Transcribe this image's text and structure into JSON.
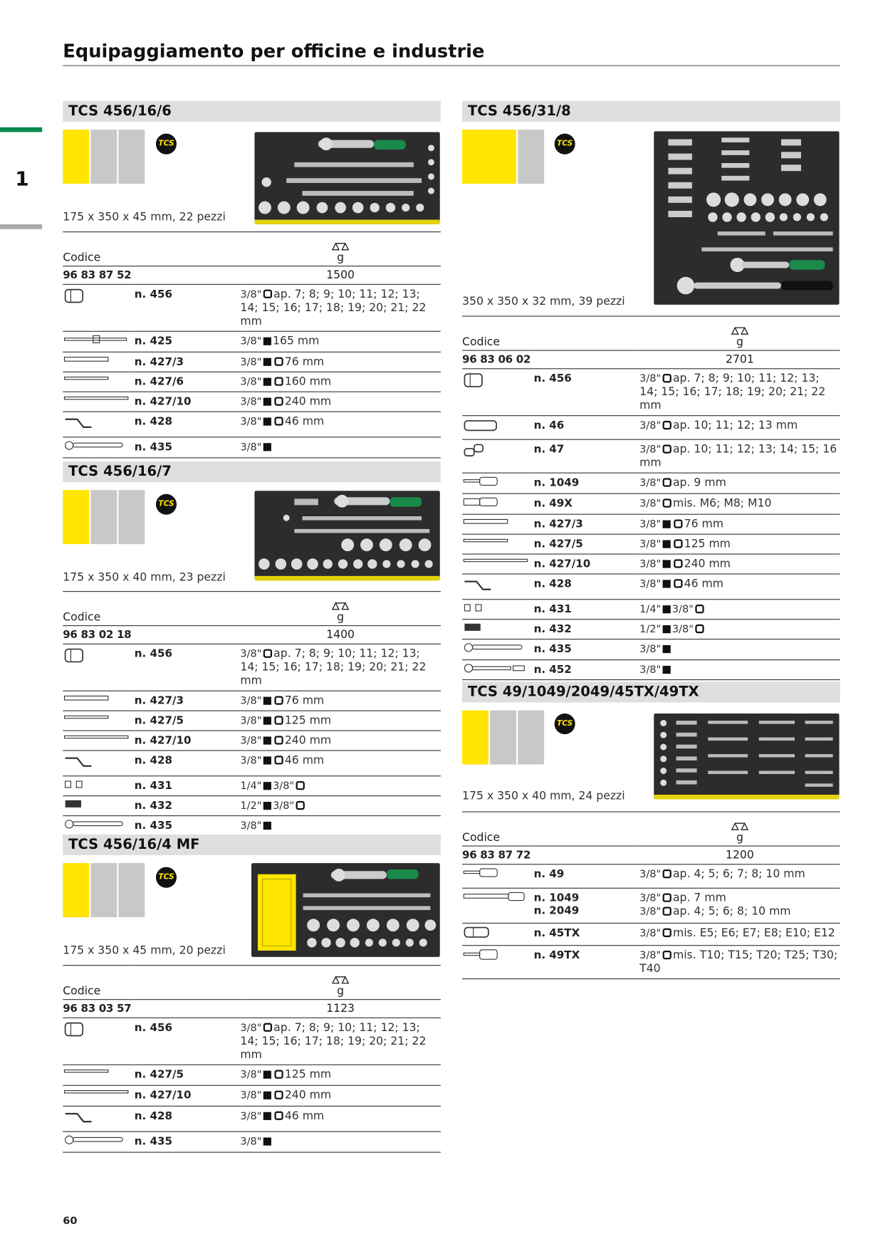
{
  "header": {
    "title": "Equipaggiamento per officine e industrie",
    "chapter": "1",
    "page_number": "60"
  },
  "columns": {
    "code_label": "Codice",
    "weight_unit": "g",
    "badge": "TCS"
  },
  "sections": [
    {
      "title": "TCS 456/16/6",
      "dims": "175 x 350 x 45 mm, 22 pezzi",
      "code": "96 83 87 52",
      "weight": "1500",
      "items": [
        {
          "no": "n. 456",
          "size": "3/8\"",
          "desc": "ap. 7; 8; 9; 10; 11; 12; 13; 14; 15; 16; 17; 18; 19; 20; 21; 22 mm"
        },
        {
          "no": "n. 425",
          "size": "3/8\"",
          "desc": "165 mm"
        },
        {
          "no": "n. 427/3",
          "size": "3/8\"",
          "desc": "76 mm"
        },
        {
          "no": "n. 427/6",
          "size": "3/8\"",
          "desc": "160 mm"
        },
        {
          "no": "n. 427/10",
          "size": "3/8\"",
          "desc": "240 mm"
        },
        {
          "no": "n. 428",
          "size": "3/8\"",
          "desc": "46 mm"
        },
        {
          "no": "n. 435",
          "size": "3/8\"",
          "desc": ""
        }
      ]
    },
    {
      "title": "TCS 456/16/7",
      "dims": "175 x 350 x 40 mm, 23 pezzi",
      "code": "96 83 02 18",
      "weight": "1400",
      "items": [
        {
          "no": "n. 456",
          "size": "3/8\"",
          "desc": "ap. 7; 8; 9; 10; 11; 12; 13; 14; 15; 16; 17; 18; 19; 20; 21; 22 mm"
        },
        {
          "no": "n. 427/3",
          "size": "3/8\"",
          "desc": "76 mm"
        },
        {
          "no": "n. 427/5",
          "size": "3/8\"",
          "desc": "125 mm"
        },
        {
          "no": "n. 427/10",
          "size": "3/8\"",
          "desc": "240 mm"
        },
        {
          "no": "n. 428",
          "size": "3/8\"",
          "desc": "46 mm"
        },
        {
          "no": "n. 431",
          "size": "1/4\"",
          "size2": "3/8\"",
          "desc": ""
        },
        {
          "no": "n. 432",
          "size": "1/2\"",
          "size2": "3/8\"",
          "desc": ""
        },
        {
          "no": "n. 435",
          "size": "3/8\"",
          "desc": ""
        }
      ]
    },
    {
      "title": "TCS 456/16/4 MF",
      "dims": "175 x 350 x 45 mm, 20 pezzi",
      "code": "96 83 03 57",
      "weight": "1123",
      "items": [
        {
          "no": "n. 456",
          "size": "3/8\"",
          "desc": "ap. 7; 8; 9; 10; 11; 12; 13; 14; 15; 16; 17; 18; 19; 20; 21; 22 mm"
        },
        {
          "no": "n. 427/5",
          "size": "3/8\"",
          "desc": "125 mm"
        },
        {
          "no": "n. 427/10",
          "size": "3/8\"",
          "desc": "240 mm"
        },
        {
          "no": "n. 428",
          "size": "3/8\"",
          "desc": "46 mm"
        },
        {
          "no": "n. 435",
          "size": "3/8\"",
          "desc": ""
        }
      ]
    },
    {
      "title": "TCS 456/31/8",
      "dims": "350 x 350 x 32 mm, 39 pezzi",
      "code": "96 83 06 02",
      "weight": "2701",
      "items": [
        {
          "no": "n. 456",
          "size": "3/8\"",
          "desc": "ap. 7; 8; 9; 10; 11; 12; 13; 14; 15; 16; 17; 18; 19; 20; 21; 22 mm"
        },
        {
          "no": "n. 46",
          "size": "3/8\"",
          "desc": "ap. 10; 11; 12; 13 mm"
        },
        {
          "no": "n. 47",
          "size": "3/8\"",
          "desc": "ap. 10; 11; 12; 13; 14; 15; 16 mm"
        },
        {
          "no": "n. 1049",
          "size": "3/8\"",
          "desc": "ap. 9 mm"
        },
        {
          "no": "n. 49X",
          "size": "3/8\"",
          "desc": "mis. M6; M8; M10"
        },
        {
          "no": "n. 427/3",
          "size": "3/8\"",
          "desc": "76 mm"
        },
        {
          "no": "n. 427/5",
          "size": "3/8\"",
          "desc": "125 mm"
        },
        {
          "no": "n. 427/10",
          "size": "3/8\"",
          "desc": "240 mm"
        },
        {
          "no": "n. 428",
          "size": "3/8\"",
          "desc": "46 mm"
        },
        {
          "no": "n. 431",
          "size": "1/4\"",
          "size2": "3/8\"",
          "desc": ""
        },
        {
          "no": "n. 432",
          "size": "1/2\"",
          "size2": "3/8\"",
          "desc": ""
        },
        {
          "no": "n. 435",
          "size": "3/8\"",
          "desc": ""
        },
        {
          "no": "n. 452",
          "size": "3/8\"",
          "desc": ""
        }
      ]
    },
    {
      "title": "TCS 49/1049/2049/45TX/49TX",
      "dims": "175 x 350 x 40 mm, 24 pezzi",
      "code": "96 83 87 72",
      "weight": "1200",
      "items": [
        {
          "no": "n. 49",
          "size": "3/8\"",
          "desc": "ap. 4; 5; 6; 7; 8; 10 mm"
        },
        {
          "no": "n. 1049",
          "size": "3/8\"",
          "desc": "ap. 7 mm"
        },
        {
          "no": "n. 2049",
          "size": "3/8\"",
          "desc": "ap. 4; 5; 6; 8; 10 mm"
        },
        {
          "no": "n. 45TX",
          "size": "3/8\"",
          "desc": "mis. E5; E6; E7; E8; E10; E12"
        },
        {
          "no": "n. 49TX",
          "size": "3/8\"",
          "desc": "mis. T10; T15; T20; T25; T30; T40"
        }
      ]
    }
  ]
}
